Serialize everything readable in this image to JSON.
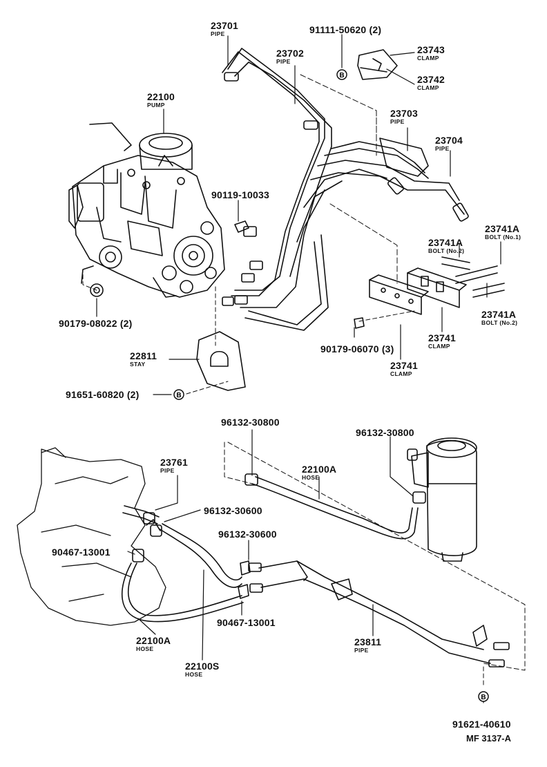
{
  "labels": {
    "l23701": {
      "pn": "23701",
      "desc": "PIPE"
    },
    "l23702": {
      "pn": "23702",
      "desc": "PIPE"
    },
    "l91111": {
      "pn": "91111-50620 (2)"
    },
    "l23743": {
      "pn": "23743",
      "desc": "CLAMP"
    },
    "l23742": {
      "pn": "23742",
      "desc": "CLAMP"
    },
    "l22100": {
      "pn": "22100",
      "desc": "PUMP"
    },
    "l23703": {
      "pn": "23703",
      "desc": "PIPE"
    },
    "l23704": {
      "pn": "23704",
      "desc": "PIPE"
    },
    "l90119": {
      "pn": "90119-10033"
    },
    "l23741A_1": {
      "pn": "23741A",
      "desc": "BOLT (No.1)"
    },
    "l23741A_2": {
      "pn": "23741A",
      "desc": "BOLT (No.2)"
    },
    "l23741A_3": {
      "pn": "23741A",
      "desc": "BOLT (No.2)"
    },
    "l23741_a": {
      "pn": "23741",
      "desc": "CLAMP"
    },
    "l23741_b": {
      "pn": "23741",
      "desc": "CLAMP"
    },
    "l90179_08022": {
      "pn": "90179-08022 (2)"
    },
    "l90179_06070": {
      "pn": "90179-06070 (3)"
    },
    "l22811": {
      "pn": "22811",
      "desc": "STAY"
    },
    "l91651": {
      "pn": "91651-60820 (2)"
    },
    "l96132_30800a": {
      "pn": "96132-30800"
    },
    "l96132_30800b": {
      "pn": "96132-30800"
    },
    "l23761": {
      "pn": "23761",
      "desc": "PIPE"
    },
    "l22100A_top": {
      "pn": "22100A",
      "desc": "HOSE"
    },
    "l96132_30600a": {
      "pn": "96132-30600"
    },
    "l96132_30600b": {
      "pn": "96132-30600"
    },
    "l90467_a": {
      "pn": "90467-13001"
    },
    "l90467_b": {
      "pn": "90467-13001"
    },
    "l22100A_bot": {
      "pn": "22100A",
      "desc": "HOSE"
    },
    "l22100S": {
      "pn": "22100S",
      "desc": "HOSE"
    },
    "l23811": {
      "pn": "23811",
      "desc": "PIPE"
    },
    "l91621": {
      "pn": "91621-40610"
    },
    "code": "MF  3137-A"
  },
  "bubble_letter": "B",
  "colors": {
    "ink": "#111111",
    "background": "#ffffff"
  }
}
